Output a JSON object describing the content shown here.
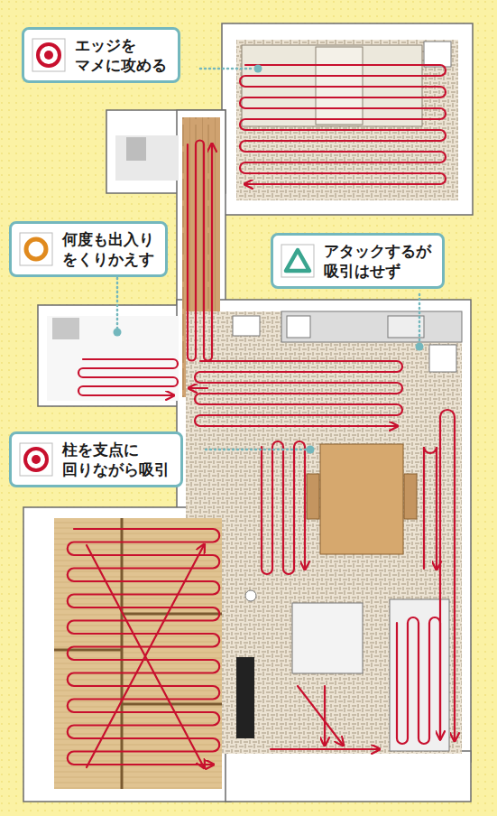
{
  "diagram": {
    "nodes": [
      {
        "text": [
          "エッジを マメに攻める"
        ]
      },
      {
        "text": [
          "何度も出入り をくりかえす"
        ]
      },
      {
        "text": [
          "アタックするが 吸引はせず"
        ]
      },
      {
        "text": [
          "柱を支点に 回りながら吸引"
        ]
      }
    ]
  }
}
